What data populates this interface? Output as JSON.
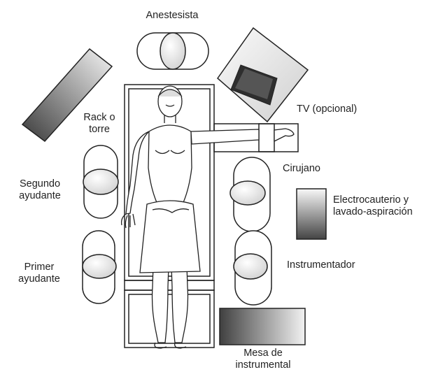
{
  "labels": {
    "anesthetist": "Anestesista",
    "tv": "TV (opcional)",
    "rack_line1": "Rack o",
    "rack_line2": "torre",
    "surgeon": "Cirujano",
    "second_assistant_line1": "Segundo",
    "second_assistant_line2": "ayudante",
    "first_assistant_line1": "Primer",
    "first_assistant_line2": "ayudante",
    "scrub_nurse": "Instrumentador",
    "electro_line1": "Electrocauterio y",
    "electro_line2": "lavado-aspiración",
    "instrument_table_line1": "Mesa de",
    "instrument_table_line2": "instrumental"
  },
  "colors": {
    "line": "#222222",
    "equipment_dark": "#4a4a4a",
    "equipment_light": "#f4f4f4",
    "person_fill": "#ececec",
    "background": "#ffffff"
  }
}
